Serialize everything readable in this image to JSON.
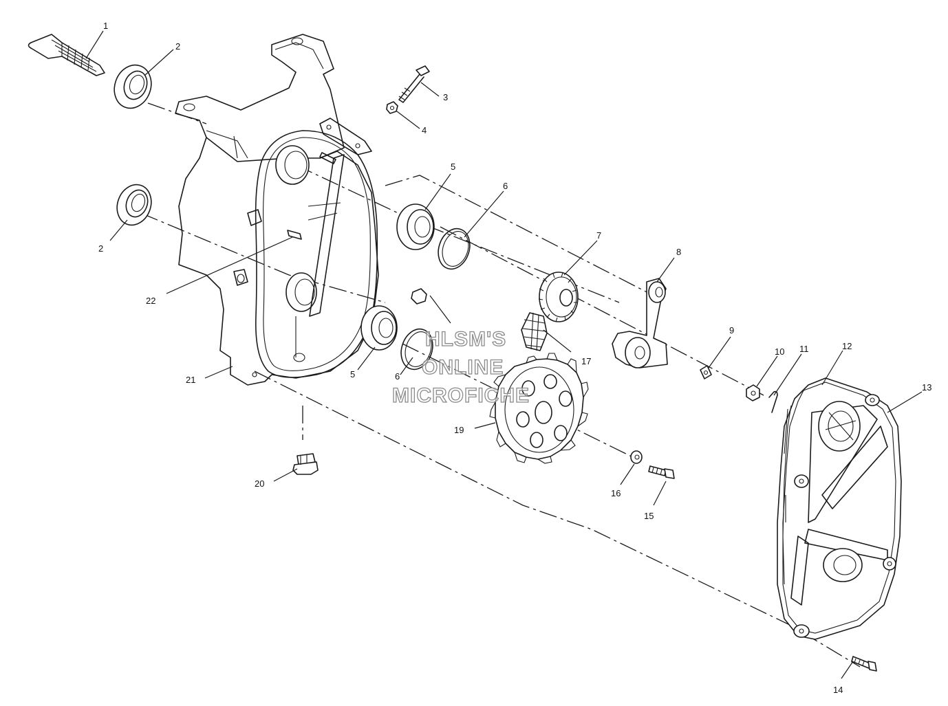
{
  "diagram": {
    "line_color": "#1a1a1a",
    "background": "#ffffff",
    "callouts": {
      "c1": "1",
      "c2a": "2",
      "c2b": "2",
      "c3": "3",
      "c4": "4",
      "c5a": "5",
      "c5b": "5",
      "c6a": "6",
      "c6b": "6",
      "c7": "7",
      "c8": "8",
      "c9": "9",
      "c10": "10",
      "c11": "11",
      "c12": "12",
      "c13": "13",
      "c14": "14",
      "c15": "15",
      "c16": "16",
      "c17": "17",
      "c19": "19",
      "c20": "20",
      "c21": "21",
      "c22": "22"
    },
    "watermark": {
      "line1": "HLSM'S",
      "line2": "ONLINE",
      "line3": "MICROFICHE"
    }
  }
}
